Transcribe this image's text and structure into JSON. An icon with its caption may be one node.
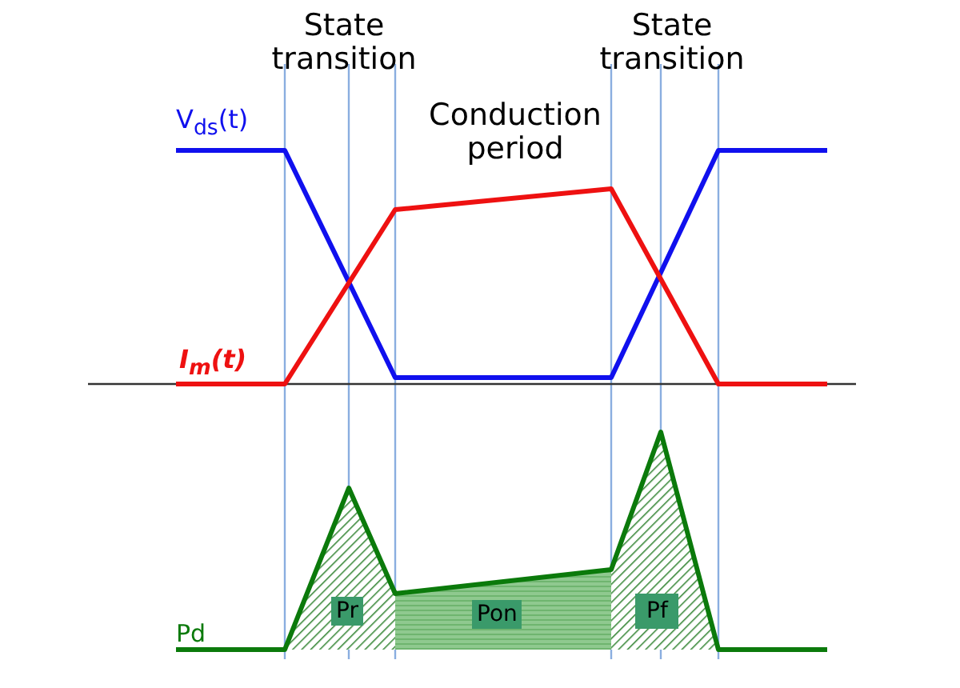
{
  "diagram": {
    "labels": [
      "State transition",
      "State transition",
      "Conduction period",
      "V$_{ds}$(t)",
      "I$_{m}$(t)",
      "Pd",
      "Pr",
      "Pon",
      "Pf"
    ]
  }
}
